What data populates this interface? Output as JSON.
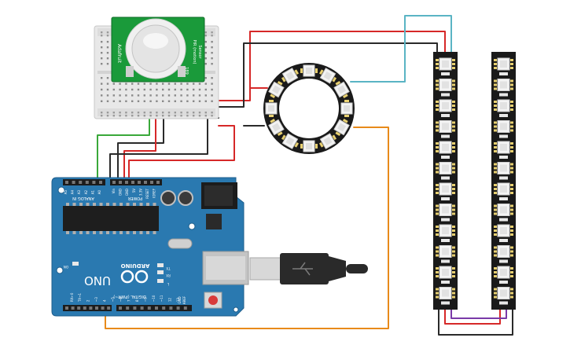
{
  "arduino": {
    "brand": "ARDUINO",
    "model": "UNO",
    "analog_label": "ANALOG IN",
    "power_label": "POWER",
    "digital_label": "DIGITAL (PWM~)",
    "on_label": "ON",
    "tx_label": "TX",
    "rx_label": "RX",
    "l_label": "L",
    "aref_label": "AREF",
    "gnd_label": "GND",
    "analog_pins": [
      "A5",
      "A4",
      "A3",
      "A2",
      "A1",
      "A0"
    ],
    "power_pins": [
      "Vin",
      "GND",
      "GND",
      "5V",
      "3.3V",
      "RESET",
      "IOREF"
    ],
    "digital_pins": [
      "13",
      "12",
      "~11",
      "~10",
      "~9",
      "8",
      "7",
      "~6",
      "~5",
      "4",
      "~3",
      "2",
      "TX→1",
      "RX←0"
    ]
  },
  "pir": {
    "brand": "Adafruit",
    "line1": "PIR (motion)",
    "line2": "Sensor",
    "product_no": "189"
  },
  "colors": {
    "board": "#2a79b0",
    "breadboard": "#e8e8e8",
    "pcb_green": "#1a9a3a",
    "strip": "#1a1a1a",
    "wire_red": "#d62828",
    "wire_black": "#2a2a2a",
    "wire_green": "#3aa83a",
    "wire_orange": "#e88a1a",
    "wire_teal": "#5ab4c4",
    "wire_purple": "#7a3aa8"
  }
}
